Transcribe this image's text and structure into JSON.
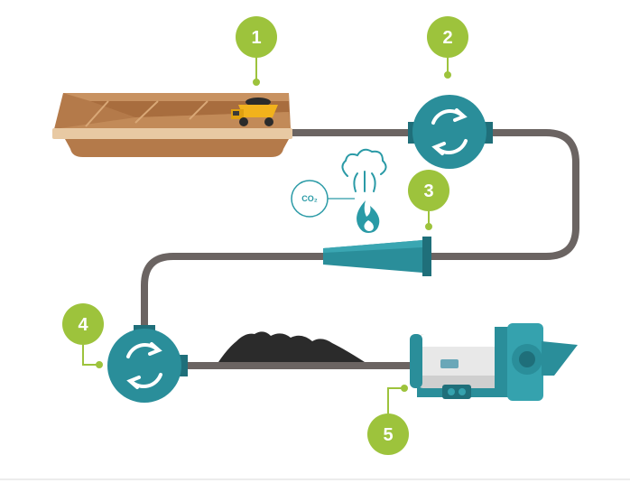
{
  "steps": [
    {
      "number": "1",
      "stage": "mining"
    },
    {
      "number": "2",
      "stage": "processing"
    },
    {
      "number": "3",
      "stage": "calcination"
    },
    {
      "number": "4",
      "stage": "processing"
    },
    {
      "number": "5",
      "stage": "grinding"
    }
  ],
  "emission": {
    "label": "CO₂",
    "icons": [
      "steam-icon",
      "flame-icon"
    ]
  },
  "colors": {
    "badge": "#9dc33c",
    "teal": "#2a8e9a",
    "teal_dark": "#1f6f7a",
    "pipe": "#6b6462",
    "earth": "#b47a4a",
    "truck": "#f2b21c",
    "stockpile": "#2b2b2b",
    "divider": "#d9d9d9"
  }
}
